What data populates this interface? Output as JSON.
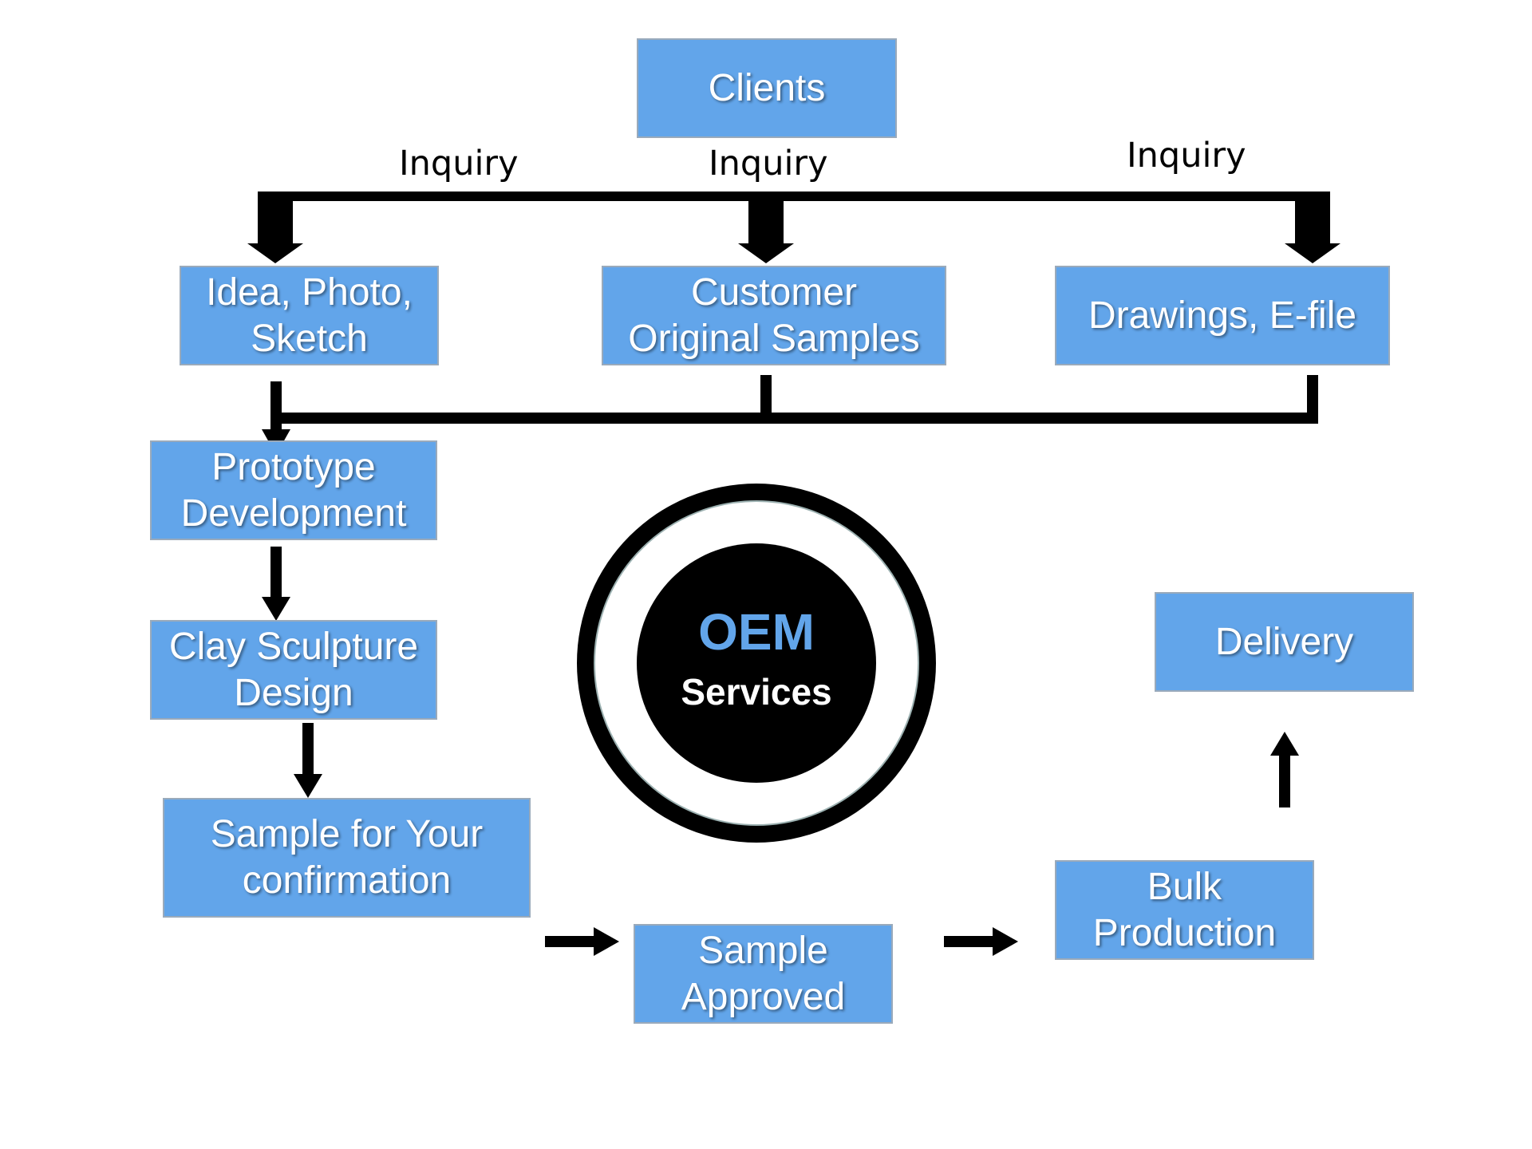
{
  "diagram": {
    "nodes": {
      "clients": "Clients",
      "idea_photo_sketch": "Idea, Photo,\nSketch",
      "customer_samples": "Customer\nOriginal Samples",
      "drawings_efile": "Drawings, E-file",
      "prototype": "Prototype\nDevelopment",
      "clay_sculpture": "Clay Sculpture\nDesign",
      "sample_confirmation": "Sample for Your\nconfirmation",
      "sample_approved": "Sample\nApproved",
      "bulk_production": "Bulk\nProduction",
      "delivery": "Delivery"
    },
    "edge_labels": {
      "inquiry_left": "Inquiry",
      "inquiry_center": "Inquiry",
      "inquiry_right": "Inquiry"
    },
    "center_badge": {
      "title": "OEM",
      "subtitle": "Services"
    },
    "colors": {
      "box_fill": "#62a5ea",
      "box_border": "#9aaabb",
      "connector": "#000000",
      "badge_title": "#62a5ea"
    }
  }
}
